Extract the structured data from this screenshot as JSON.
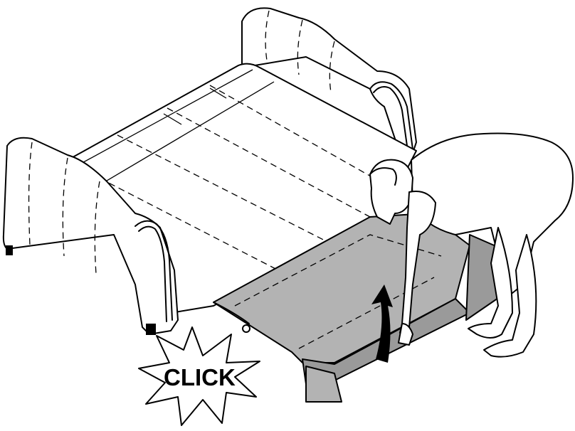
{
  "callout": {
    "text": "CLICK"
  },
  "colors": {
    "panel_gray": "#b3b3b3",
    "panel_dark": "#9a9a9a",
    "line": "#000000",
    "background": "#ffffff"
  },
  "icons": [
    "sofa-bed",
    "person",
    "curved-up-arrow",
    "click-starburst"
  ]
}
